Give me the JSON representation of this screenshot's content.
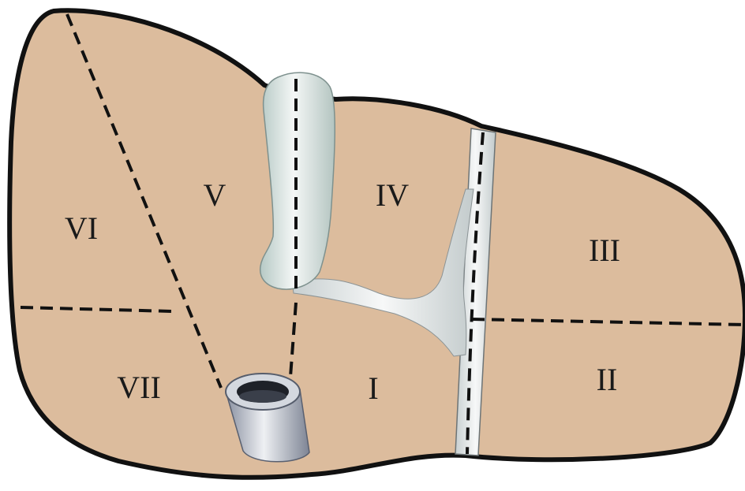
{
  "diagram": {
    "segments": [
      {
        "id": "I",
        "label": "I"
      },
      {
        "id": "II",
        "label": "II"
      },
      {
        "id": "III",
        "label": "III"
      },
      {
        "id": "IV",
        "label": "IV"
      },
      {
        "id": "V",
        "label": "V"
      },
      {
        "id": "VI",
        "label": "VI"
      },
      {
        "id": "VII",
        "label": "VII"
      }
    ],
    "colors": {
      "liver": "#dcbc9d",
      "outline": "#111111",
      "vessel_light": "#f2f5f4",
      "vessel_shade": "#b9c6c4",
      "cava_light": "#e6e8ec",
      "cava_shade": "#8f96a6"
    }
  }
}
